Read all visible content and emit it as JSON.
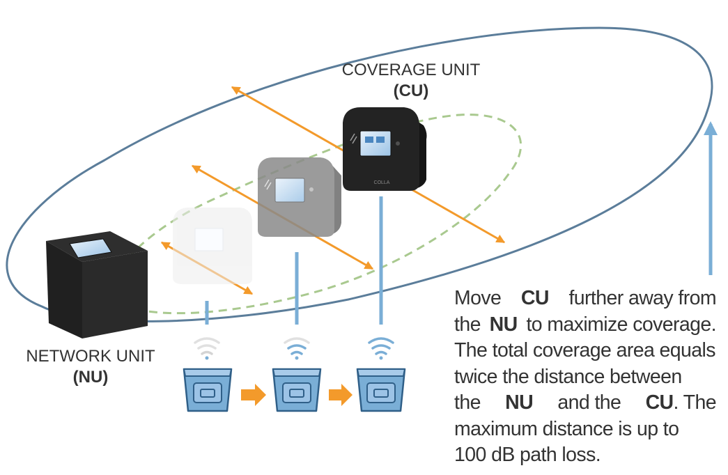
{
  "labels": {
    "coverage_unit": "COVERAGE UNIT",
    "coverage_unit_abbr": "(CU)",
    "network_unit": "NETWORK UNIT",
    "network_unit_abbr": "(NU)"
  },
  "description": {
    "lines": [
      [
        "Move",
        "CU",
        "further away from"
      ],
      [
        "the",
        "NU",
        "to maximize coverage."
      ],
      [
        "The total coverage area equals"
      ],
      [
        "twice the distance between"
      ],
      [
        "the",
        "NU",
        "and the",
        "CU",
        ". The"
      ],
      [
        "maximum distance is up to"
      ],
      [
        "100 dB path loss."
      ]
    ]
  },
  "device_text": "COLLA",
  "colors": {
    "outer_ellipse": "#5b7d9a",
    "inner_ellipse": "#a9c98f",
    "arrows": "#f39a2b",
    "signal_bars": "#7aaed6",
    "device_dark": "#1e1e1e",
    "device_mid": "#7d7d7d",
    "device_light": "#ececec",
    "text": "#333333"
  }
}
